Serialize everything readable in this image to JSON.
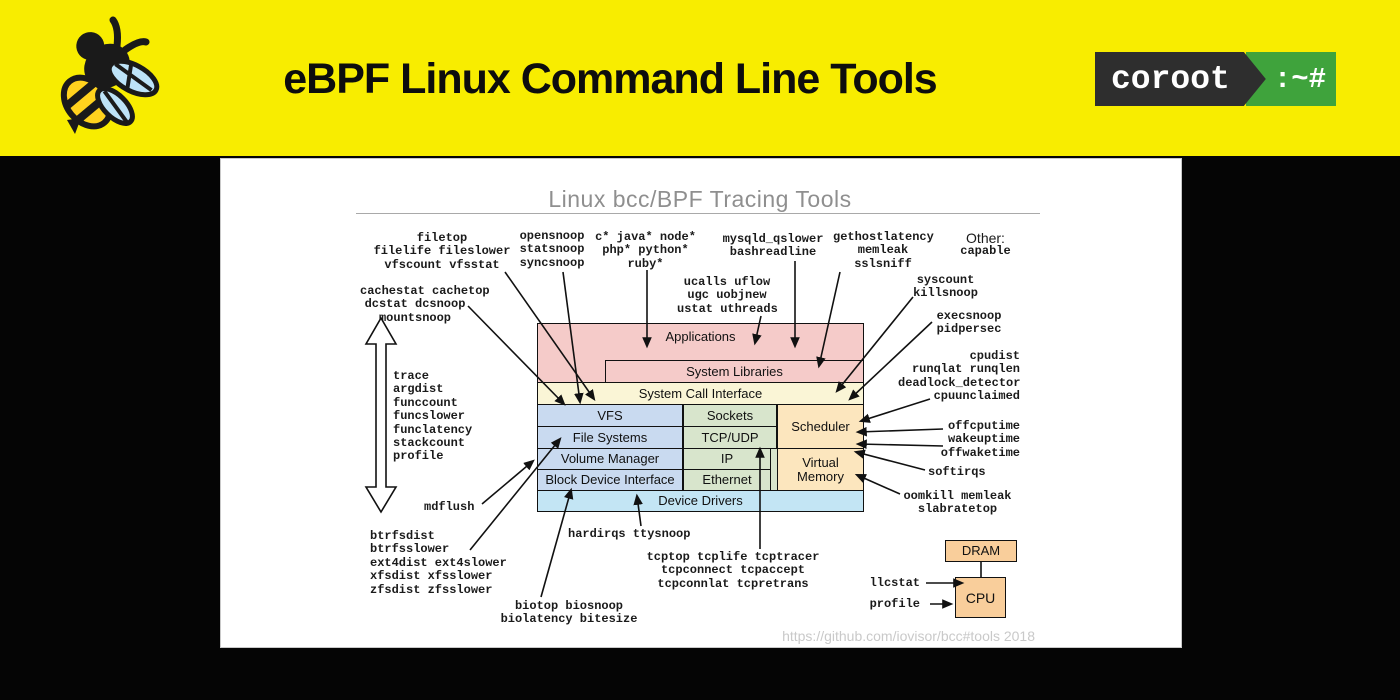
{
  "banner": {
    "title": "eBPF Linux Command Line Tools",
    "coroot": {
      "name": "coroot",
      "prompt": ":~#"
    }
  },
  "colors": {
    "banner_yellow": "#F8ED00",
    "coroot_green": "#3FA33C",
    "coroot_dark": "#2e2e2e",
    "pink": "#F5CBC9",
    "pale_yellow": "#FAF5D6",
    "blue": "#C9DAF0",
    "green": "#D8E5CC",
    "tan": "#FCE6BE",
    "drivers_blue": "#C3E5F4",
    "hw_tan": "#F9CE9B"
  },
  "diagram": {
    "title": "Linux bcc/BPF Tracing Tools",
    "footer_url": "https://github.com/iovisor/bcc#tools 2018",
    "boxes": {
      "applications": "Applications",
      "system_libraries": "System Libraries",
      "syscall_interface": "System Call Interface",
      "vfs": "VFS",
      "file_systems": "File Systems",
      "volume_manager": "Volume Manager",
      "block_device_interface": "Block Device Interface",
      "sockets": "Sockets",
      "tcp_udp": "TCP/UDP",
      "ip": "IP",
      "ethernet": "Ethernet",
      "scheduler": "Scheduler",
      "virtual_memory": "Virtual Memory",
      "device_drivers": "Device Drivers",
      "dram": "DRAM",
      "cpu": "CPU"
    },
    "tools": {
      "filetop": [
        "filetop",
        "filelife fileslower",
        "vfscount vfsstat"
      ],
      "opensnoop": [
        "opensnoop",
        "statsnoop",
        "syncsnoop"
      ],
      "languages": [
        "c* java* node*",
        "php* python*",
        "ruby*"
      ],
      "mysqld": [
        "mysqld_qslower",
        "bashreadline"
      ],
      "gethostlatency": [
        "gethostlatency",
        "memleak",
        "sslsniff"
      ],
      "other_label": "Other:",
      "other_tool": "capable",
      "ucalls": [
        "ucalls uflow",
        "ugc uobjnew",
        "ustat uthreads"
      ],
      "cachestat": [
        "cachestat cachetop",
        "dcstat dcsnoop",
        "mountsnoop"
      ],
      "syscount": [
        "syscount",
        "killsnoop"
      ],
      "execsnoop": [
        "execsnoop",
        "pidpersec"
      ],
      "generic_tracing": [
        "trace",
        "argdist",
        "funccount",
        "funcslower",
        "funclatency",
        "stackcount",
        "profile"
      ],
      "cpudist": [
        "cpudist",
        "runqlat runqlen",
        "deadlock_detector",
        "cpuunclaimed"
      ],
      "offcputime": [
        "offcputime",
        "wakeuptime",
        "offwaketime"
      ],
      "softirqs": [
        "softirqs"
      ],
      "oomkill": [
        "oomkill memleak",
        "slabratetop"
      ],
      "mdflush": [
        "mdflush"
      ],
      "filesystems_tools": [
        "btrfsdist",
        "btrfsslower",
        "ext4dist ext4slower",
        "xfsdist xfsslower",
        "zfsdist zfsslower"
      ],
      "hardirqs": [
        "hardirqs ttysnoop"
      ],
      "tcp_tools": [
        "tcptop tcplife tcptracer",
        "tcpconnect tcpaccept",
        "tcpconnlat tcpretrans"
      ],
      "bio_tools": [
        "biotop biosnoop",
        "biolatency bitesize"
      ],
      "llcstat": [
        "llcstat"
      ],
      "profile_cpu": [
        "profile"
      ]
    }
  }
}
